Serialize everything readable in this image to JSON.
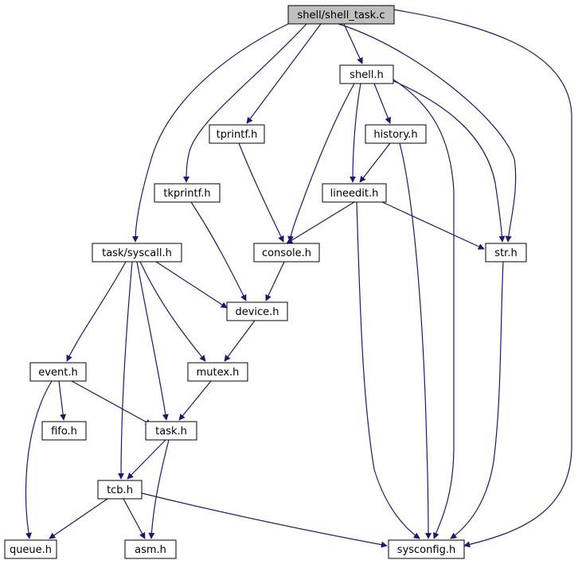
{
  "colors": {
    "edge": "#191970",
    "node_fill": "#ffffff",
    "root_fill": "#bfbfbf",
    "border": "#000000"
  },
  "nodes": [
    {
      "id": "shell_task_c",
      "label": "shell/shell_task.c",
      "root": true
    },
    {
      "id": "shell_h",
      "label": "shell.h"
    },
    {
      "id": "tprintf_h",
      "label": "tprintf.h"
    },
    {
      "id": "history_h",
      "label": "history.h"
    },
    {
      "id": "tkprintf_h",
      "label": "tkprintf.h"
    },
    {
      "id": "lineedit_h",
      "label": "lineedit.h"
    },
    {
      "id": "task_syscall_h",
      "label": "task/syscall.h"
    },
    {
      "id": "console_h",
      "label": "console.h"
    },
    {
      "id": "str_h",
      "label": "str.h"
    },
    {
      "id": "device_h",
      "label": "device.h"
    },
    {
      "id": "event_h",
      "label": "event.h"
    },
    {
      "id": "mutex_h",
      "label": "mutex.h"
    },
    {
      "id": "fifo_h",
      "label": "fifo.h"
    },
    {
      "id": "task_h",
      "label": "task.h"
    },
    {
      "id": "tcb_h",
      "label": "tcb.h"
    },
    {
      "id": "queue_h",
      "label": "queue.h"
    },
    {
      "id": "asm_h",
      "label": "asm.h"
    },
    {
      "id": "sysconfig_h",
      "label": "sysconfig.h"
    }
  ],
  "edges": [
    {
      "from": "shell_task_c",
      "to": "shell_h"
    },
    {
      "from": "shell_task_c",
      "to": "tprintf_h"
    },
    {
      "from": "shell_task_c",
      "to": "tkprintf_h"
    },
    {
      "from": "shell_task_c",
      "to": "task_syscall_h"
    },
    {
      "from": "shell_task_c",
      "to": "str_h"
    },
    {
      "from": "shell_task_c",
      "to": "sysconfig_h"
    },
    {
      "from": "shell_h",
      "to": "history_h"
    },
    {
      "from": "shell_h",
      "to": "lineedit_h"
    },
    {
      "from": "shell_h",
      "to": "console_h"
    },
    {
      "from": "shell_h",
      "to": "str_h"
    },
    {
      "from": "shell_h",
      "to": "sysconfig_h"
    },
    {
      "from": "history_h",
      "to": "lineedit_h"
    },
    {
      "from": "history_h",
      "to": "sysconfig_h"
    },
    {
      "from": "tprintf_h",
      "to": "console_h"
    },
    {
      "from": "tkprintf_h",
      "to": "device_h"
    },
    {
      "from": "lineedit_h",
      "to": "console_h"
    },
    {
      "from": "lineedit_h",
      "to": "str_h"
    },
    {
      "from": "lineedit_h",
      "to": "sysconfig_h"
    },
    {
      "from": "console_h",
      "to": "device_h"
    },
    {
      "from": "str_h",
      "to": "sysconfig_h"
    },
    {
      "from": "task_syscall_h",
      "to": "device_h"
    },
    {
      "from": "task_syscall_h",
      "to": "event_h"
    },
    {
      "from": "task_syscall_h",
      "to": "mutex_h"
    },
    {
      "from": "task_syscall_h",
      "to": "task_h"
    },
    {
      "from": "task_syscall_h",
      "to": "tcb_h"
    },
    {
      "from": "device_h",
      "to": "mutex_h"
    },
    {
      "from": "event_h",
      "to": "fifo_h"
    },
    {
      "from": "event_h",
      "to": "task_h"
    },
    {
      "from": "event_h",
      "to": "queue_h"
    },
    {
      "from": "mutex_h",
      "to": "task_h"
    },
    {
      "from": "task_h",
      "to": "tcb_h"
    },
    {
      "from": "task_h",
      "to": "asm_h"
    },
    {
      "from": "tcb_h",
      "to": "queue_h"
    },
    {
      "from": "tcb_h",
      "to": "asm_h"
    },
    {
      "from": "tcb_h",
      "to": "sysconfig_h"
    }
  ]
}
